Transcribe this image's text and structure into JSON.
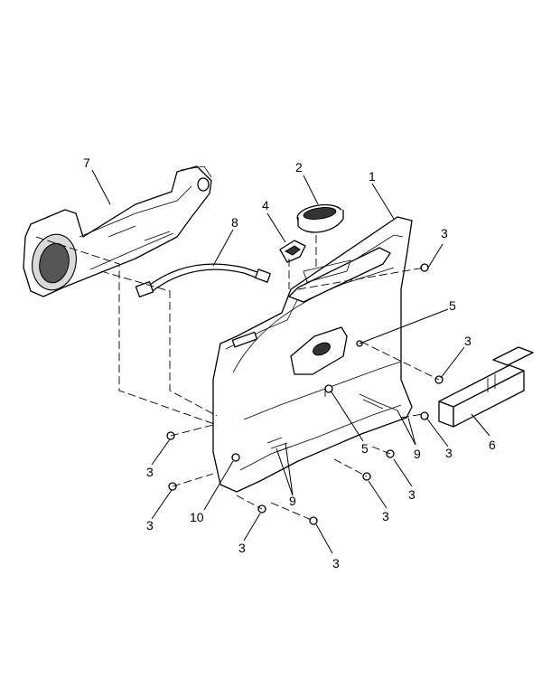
{
  "callouts": [
    {
      "id": "c1",
      "label": "1"
    },
    {
      "id": "c2",
      "label": "2"
    },
    {
      "id": "c3a",
      "label": "3"
    },
    {
      "id": "c3b",
      "label": "3"
    },
    {
      "id": "c3c",
      "label": "3"
    },
    {
      "id": "c3d",
      "label": "3"
    },
    {
      "id": "c3e",
      "label": "3"
    },
    {
      "id": "c3f",
      "label": "3"
    },
    {
      "id": "c3g",
      "label": "3"
    },
    {
      "id": "c3h",
      "label": "3"
    },
    {
      "id": "c3i",
      "label": "3"
    },
    {
      "id": "c4",
      "label": "4"
    },
    {
      "id": "c5a",
      "label": "5"
    },
    {
      "id": "c5b",
      "label": "5"
    },
    {
      "id": "c6",
      "label": "6"
    },
    {
      "id": "c7",
      "label": "7"
    },
    {
      "id": "c8",
      "label": "8"
    },
    {
      "id": "c9a",
      "label": "9"
    },
    {
      "id": "c9b",
      "label": "9"
    },
    {
      "id": "c10",
      "label": "10"
    }
  ]
}
